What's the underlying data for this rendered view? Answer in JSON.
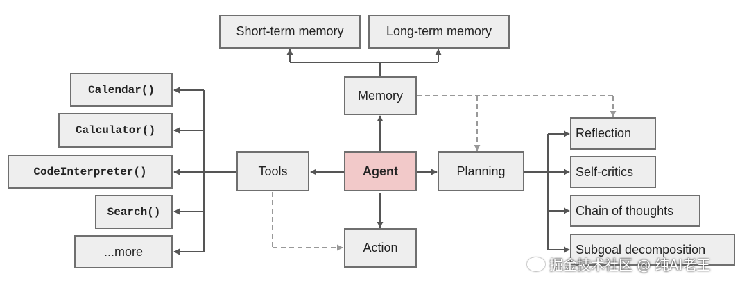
{
  "nodes": {
    "short_term_memory": "Short-term memory",
    "long_term_memory": "Long-term memory",
    "memory": "Memory",
    "agent": "Agent",
    "tools": "Tools",
    "planning": "Planning",
    "action": "Action",
    "calendar": "Calendar()",
    "calculator": "Calculator()",
    "code_interpreter": "CodeInterpreter()",
    "search": "Search()",
    "more": "...more",
    "reflection": "Reflection",
    "self_critics": "Self-critics",
    "chain_of_thoughts": "Chain of thoughts",
    "subgoal_decomposition": "Subgoal decomposition"
  },
  "watermark": "掘金技术社区 @ 纯AI老王",
  "colors": {
    "box_fill": "#eeeeee",
    "box_border": "#6f6f6f",
    "agent_fill": "#f2c9c9",
    "solid_edge": "#555555",
    "dashed_edge": "#999999"
  }
}
